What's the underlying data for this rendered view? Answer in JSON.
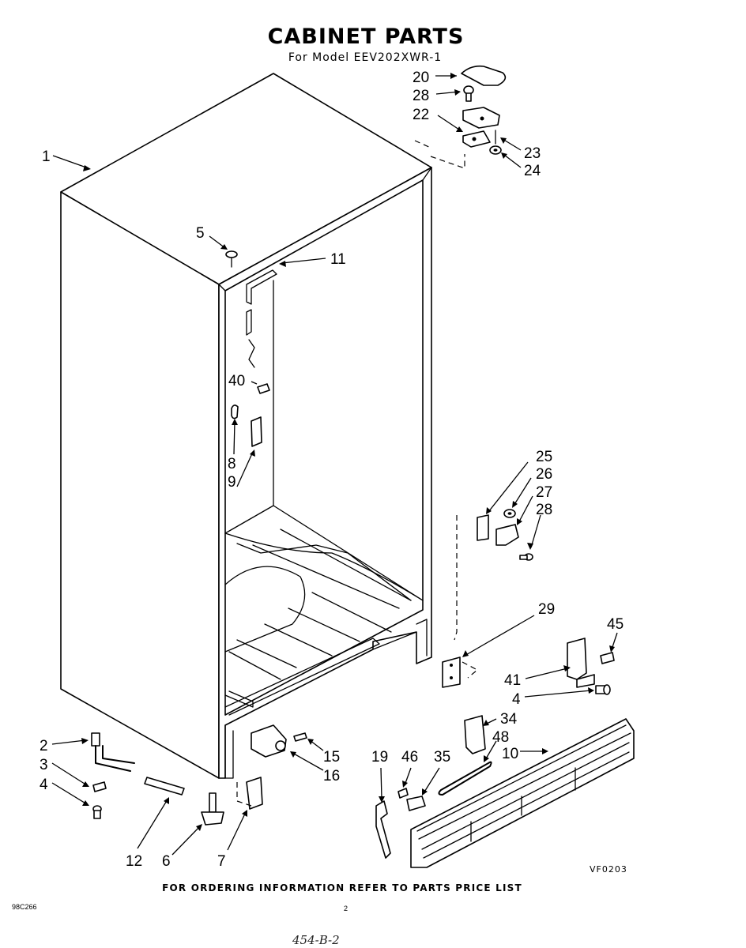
{
  "header": {
    "title": "CABINET PARTS",
    "subtitle": "For Model EEV202XWR-1"
  },
  "callouts": [
    "20",
    "28",
    "22",
    "23",
    "24",
    "1",
    "5",
    "11",
    "40",
    "8",
    "9",
    "25",
    "26",
    "27",
    "28",
    "29",
    "45",
    "41",
    "4",
    "34",
    "48",
    "10",
    "2",
    "3",
    "4",
    "15",
    "16",
    "19",
    "46",
    "35",
    "12",
    "6",
    "7"
  ],
  "diagram_code": "VF0203",
  "footer": {
    "ordering_note": "FOR ORDERING INFORMATION REFER TO PARTS PRICE LIST",
    "doc_number": "98C266",
    "page_number": "2",
    "handwritten": "454-B-2"
  }
}
